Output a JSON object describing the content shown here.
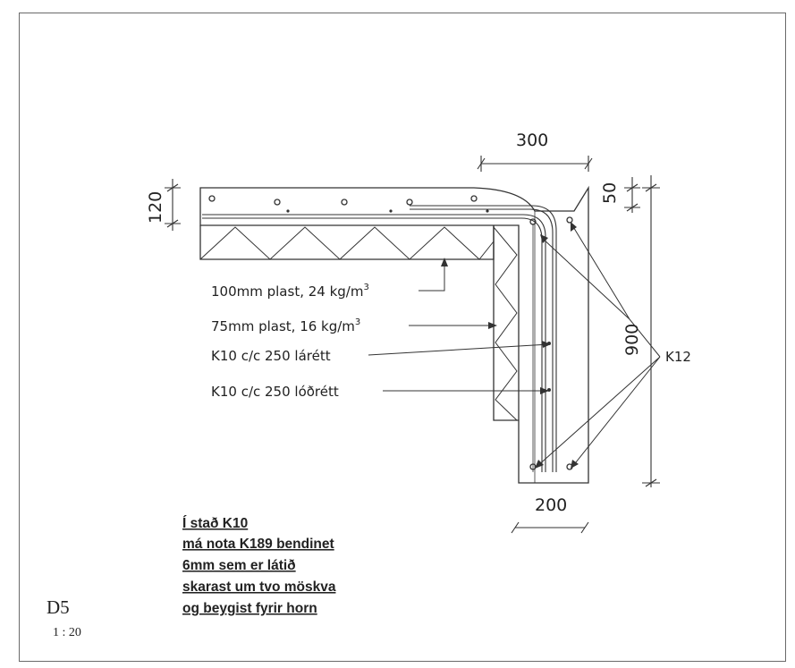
{
  "drawing": {
    "id": "D5",
    "scale": "1 : 20"
  },
  "dimensions": {
    "top_width": "300",
    "slab_thickness": "120",
    "top_offset": "50",
    "wall_height": "900",
    "wall_width": "200"
  },
  "callouts": {
    "plast_100": {
      "prefix": "100mm plast, 24 kg/m",
      "sup": "3"
    },
    "plast_75": {
      "prefix": "75mm plast, 16 kg/m",
      "sup": "3"
    },
    "horizontal_rebar": "K10 c/c 250 lárétt",
    "vertical_rebar": "K10 c/c 250 lóðrétt",
    "corner_rebar": "K12"
  },
  "note_lines": [
    "Í stað K10",
    "má nota K189 bendinet",
    "6mm sem er látið",
    "skarast um tvo möskva",
    "og beygist fyrir horn"
  ],
  "colors": {
    "line": "#333333",
    "border": "#6a6a6a"
  }
}
